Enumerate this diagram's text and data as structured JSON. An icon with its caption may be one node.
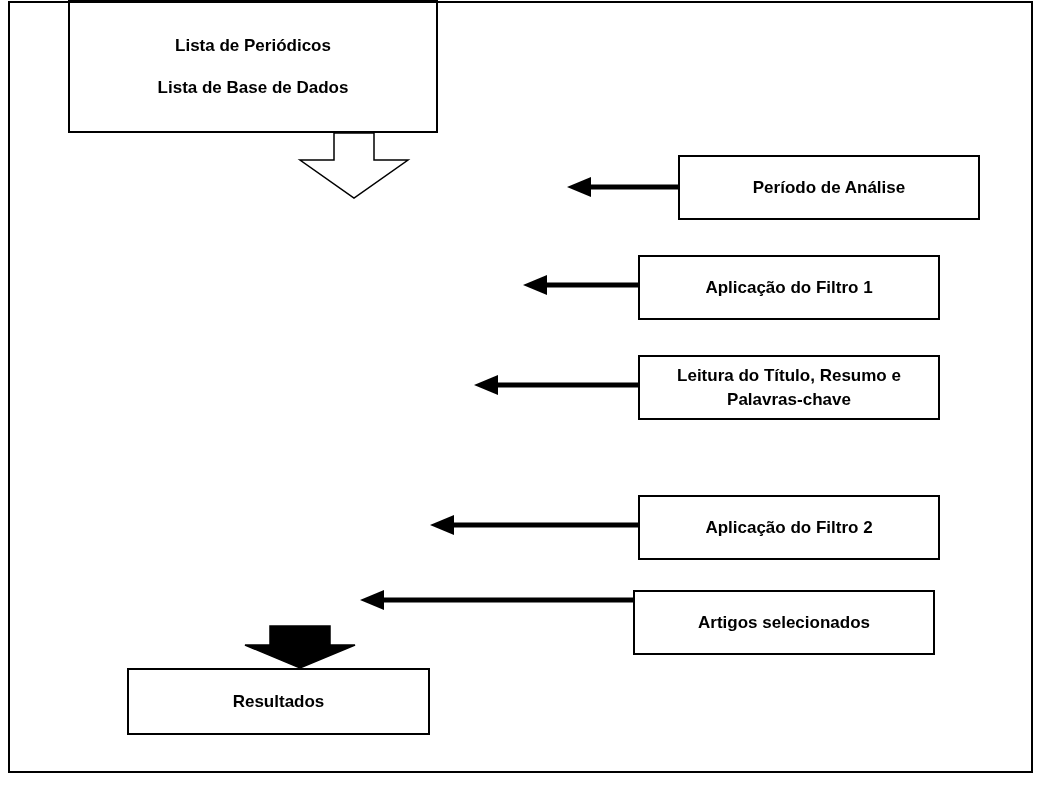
{
  "diagram": {
    "nodes": [
      {
        "text": [
          "Lista de Periódicos",
          "Lista de Base de Dados"
        ]
      },
      {
        "text": [
          "Período de Análise"
        ]
      },
      {
        "text": [
          "Aplicação do Filtro 1"
        ]
      },
      {
        "text": [
          "Leitura do Título, Resumo e Palavras-chave"
        ]
      },
      {
        "text": [
          "Aplicação do Filtro 2"
        ]
      },
      {
        "text": [
          "Artigos selecionados"
        ]
      },
      {
        "text": [
          "Resultados"
        ]
      }
    ],
    "edges": [
      {
        "from": 0,
        "to": null,
        "arrow": "to"
      },
      {
        "from": 1,
        "to": null,
        "arrow": "to"
      },
      {
        "from": 2,
        "to": null,
        "arrow": "to"
      },
      {
        "from": 3,
        "to": null,
        "arrow": "to"
      },
      {
        "from": 4,
        "to": null,
        "arrow": "to"
      },
      {
        "from": 5,
        "to": null,
        "arrow": "to"
      },
      {
        "from": null,
        "to": 6,
        "arrow": "to",
        "style": "thick"
      }
    ]
  }
}
